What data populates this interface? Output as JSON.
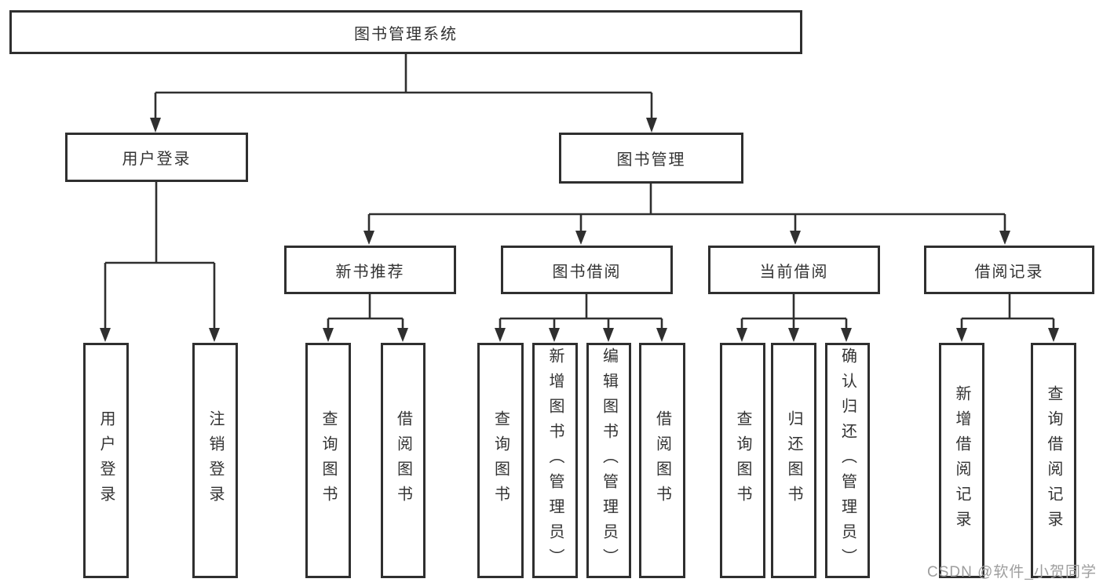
{
  "diagram": {
    "title": "图书管理系统",
    "level2": {
      "user_login": "用户登录",
      "book_management": "图书管理"
    },
    "level3": {
      "new_book_recommend": "新书推荐",
      "book_borrow": "图书借阅",
      "current_borrow": "当前借阅",
      "borrow_records": "借阅记录"
    },
    "leaves": {
      "user_login": [
        "用户登录",
        "注销登录"
      ],
      "new_book_recommend": [
        "查询图书",
        "借阅图书"
      ],
      "book_borrow": [
        "查询图书",
        "新增图书（管理员）",
        "编辑图书（管理员）",
        "借阅图书"
      ],
      "current_borrow": [
        "查询图书",
        "归还图书",
        "确认归还（管理员）"
      ],
      "borrow_records": [
        "新增借阅记录",
        "查询借阅记录"
      ]
    },
    "colors": {
      "line": "#2f2f2f",
      "text": "#333333",
      "watermark_text": "#9e9e9e",
      "background": "#ffffff"
    },
    "watermark": "CSDN @软件_小贺同学"
  }
}
